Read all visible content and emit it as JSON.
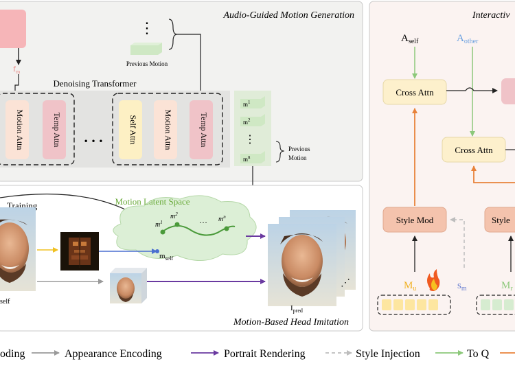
{
  "panels": {
    "audio_title": "Audio-Guided Motion Generation",
    "imitation_title": "Motion-Based Head Imitation",
    "interactive_title": "Interactiv"
  },
  "audio": {
    "fm_label": "f",
    "fm_sub": "m",
    "previous_motion": "Previous Motion",
    "dots_vertical": "⋮",
    "denoising_title": "Denoising Transformer",
    "blocks_left": [
      "Motion Attn",
      "Temp Attn"
    ],
    "ellipsis": "• • •",
    "blocks_right": [
      "Self Attn",
      "Motion Attn",
      "Temp Attn"
    ],
    "motion_stack": [
      {
        "base": "m",
        "sup": "1"
      },
      {
        "base": "m",
        "sup": "2"
      },
      {
        "base": "m",
        "sup": "n"
      }
    ],
    "stack_dots": "⋮",
    "previous_motion_brace": [
      "Previous",
      "Motion"
    ]
  },
  "imitation": {
    "training": "Training",
    "latent_space": "Motion Latent Space",
    "latent_points": [
      {
        "base": "m",
        "sup": "1"
      },
      {
        "base": "m",
        "sup": "2"
      },
      {
        "base": "m",
        "sup": "n"
      }
    ],
    "latent_dots": "…",
    "mself_base": "m",
    "mself_sub": "self",
    "self_label_fragment": "self",
    "ipred_base": "I",
    "ipred_sub": "pred",
    "stack_ellipsis": "⋰"
  },
  "interactive": {
    "a_self_base": "A",
    "a_self_sub": "self",
    "a_other_base": "A",
    "a_other_sub": "other",
    "cross_attn_1": "Cross Attn",
    "cross_attn_2": "Cross Attn",
    "style_mod_1": "Style Mod",
    "style_mod_2": "Style",
    "mu_base": "M",
    "mu_sub": "u",
    "sm_base": "s",
    "sm_sub": "m",
    "mr_base": "M",
    "mr_sub": "r"
  },
  "legend": [
    {
      "label": "oding",
      "style": "partial"
    },
    {
      "label": "Appearance Encoding",
      "color": "#9a9a9a",
      "style": "solid"
    },
    {
      "label": "Portrait Rendering",
      "color": "#6a3aa0",
      "style": "solid"
    },
    {
      "label": "Style Injection",
      "color": "#bdbdbd",
      "style": "dashed"
    },
    {
      "label": "To Q",
      "color": "#8cc87a",
      "style": "solid"
    },
    {
      "label": "",
      "color": "#e8823a",
      "style": "solid"
    }
  ],
  "colors": {
    "panel_bg": "#f2f2f0",
    "interactive_bg": "#fbf3f1",
    "motion_attn": "#fbe3d6",
    "temp_attn": "#f0c3c8",
    "self_attn": "#fdf0c4",
    "cross_attn": "#fdf0cc",
    "style_mod": "#f4c3ad",
    "latent_cloud": "#dcefd6",
    "latent_text": "#6aaa3a",
    "orange": "#e8823a",
    "purple": "#6a3aa0",
    "blue": "#4a6fd0",
    "yellow": "#f0c020",
    "green": "#8cc87a",
    "a_other": "#6aa0e0",
    "mu": "#f0b020"
  }
}
